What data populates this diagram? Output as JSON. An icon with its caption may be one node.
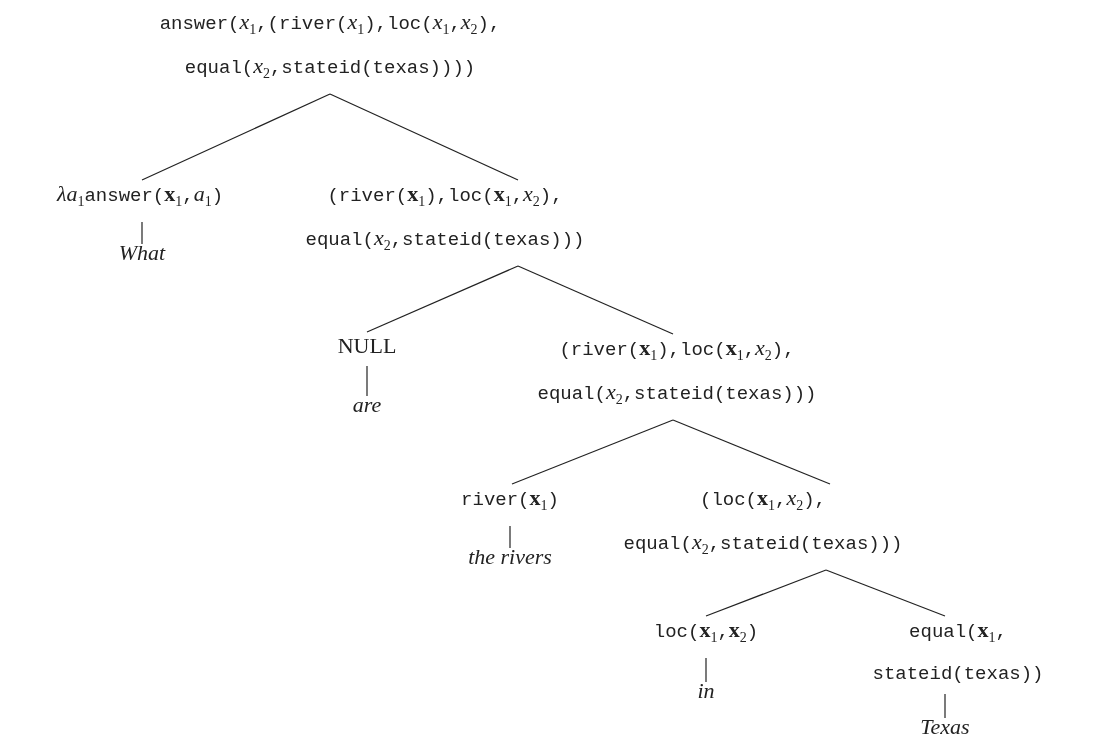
{
  "diagram": {
    "nodes": [
      {
        "text": [
          "answer(*x*$_{1}$,(river(*x*$_{1}$),loc(*x*$_{1}$,*x*$_{2}$), equal(*x*$_{2}$,stateid(texas))))"
        ]
      },
      {
        "text": [
          "*λa*$_{1}$answer(**x**$_{1}$,*a*$_{1}$)"
        ]
      },
      {
        "text": [
          "(river(**x**$_{1}$),loc(**x**$_{1}$,*x*$_{2}$), equal(*x*$_{2}$,stateid(texas)))"
        ]
      },
      {
        "text": [
          "What"
        ]
      },
      {
        "text": [
          "NULL"
        ]
      },
      {
        "text": [
          "(river(**x**$_{1}$),loc(**x**$_{1}$,*x*$_{2}$), equal(*x*$_{2}$,stateid(texas)))"
        ]
      },
      {
        "text": [
          "are"
        ]
      },
      {
        "text": [
          "river(**x**$_{1}$)"
        ]
      },
      {
        "text": [
          "(loc(**x**$_{1}$,*x*$_{2}$), equal(*x*$_{2}$,stateid(texas)))"
        ]
      },
      {
        "text": [
          "the rivers"
        ]
      },
      {
        "text": [
          "loc(**x**$_{1}$,**x**$_{2}$)"
        ]
      },
      {
        "text": [
          "equal(**x**$_{1}$, stateid(texas))"
        ]
      },
      {
        "text": [
          "in"
        ]
      },
      {
        "text": [
          "Texas"
        ]
      }
    ],
    "edges": [
      {
        "from": 0,
        "to": 1,
        "arrow": "none"
      },
      {
        "from": 0,
        "to": 2,
        "arrow": "none"
      },
      {
        "from": 1,
        "to": 3,
        "arrow": "none"
      },
      {
        "from": 2,
        "to": 4,
        "arrow": "none"
      },
      {
        "from": 2,
        "to": 5,
        "arrow": "none"
      },
      {
        "from": 4,
        "to": 6,
        "arrow": "none"
      },
      {
        "from": 5,
        "to": 7,
        "arrow": "none"
      },
      {
        "from": 5,
        "to": 8,
        "arrow": "none"
      },
      {
        "from": 7,
        "to": 9,
        "arrow": "none"
      },
      {
        "from": 8,
        "to": 10,
        "arrow": "none"
      },
      {
        "from": 8,
        "to": 11,
        "arrow": "none"
      },
      {
        "from": 10,
        "to": 12,
        "arrow": "none"
      },
      {
        "from": 11,
        "to": 13,
        "arrow": "none"
      }
    ]
  }
}
